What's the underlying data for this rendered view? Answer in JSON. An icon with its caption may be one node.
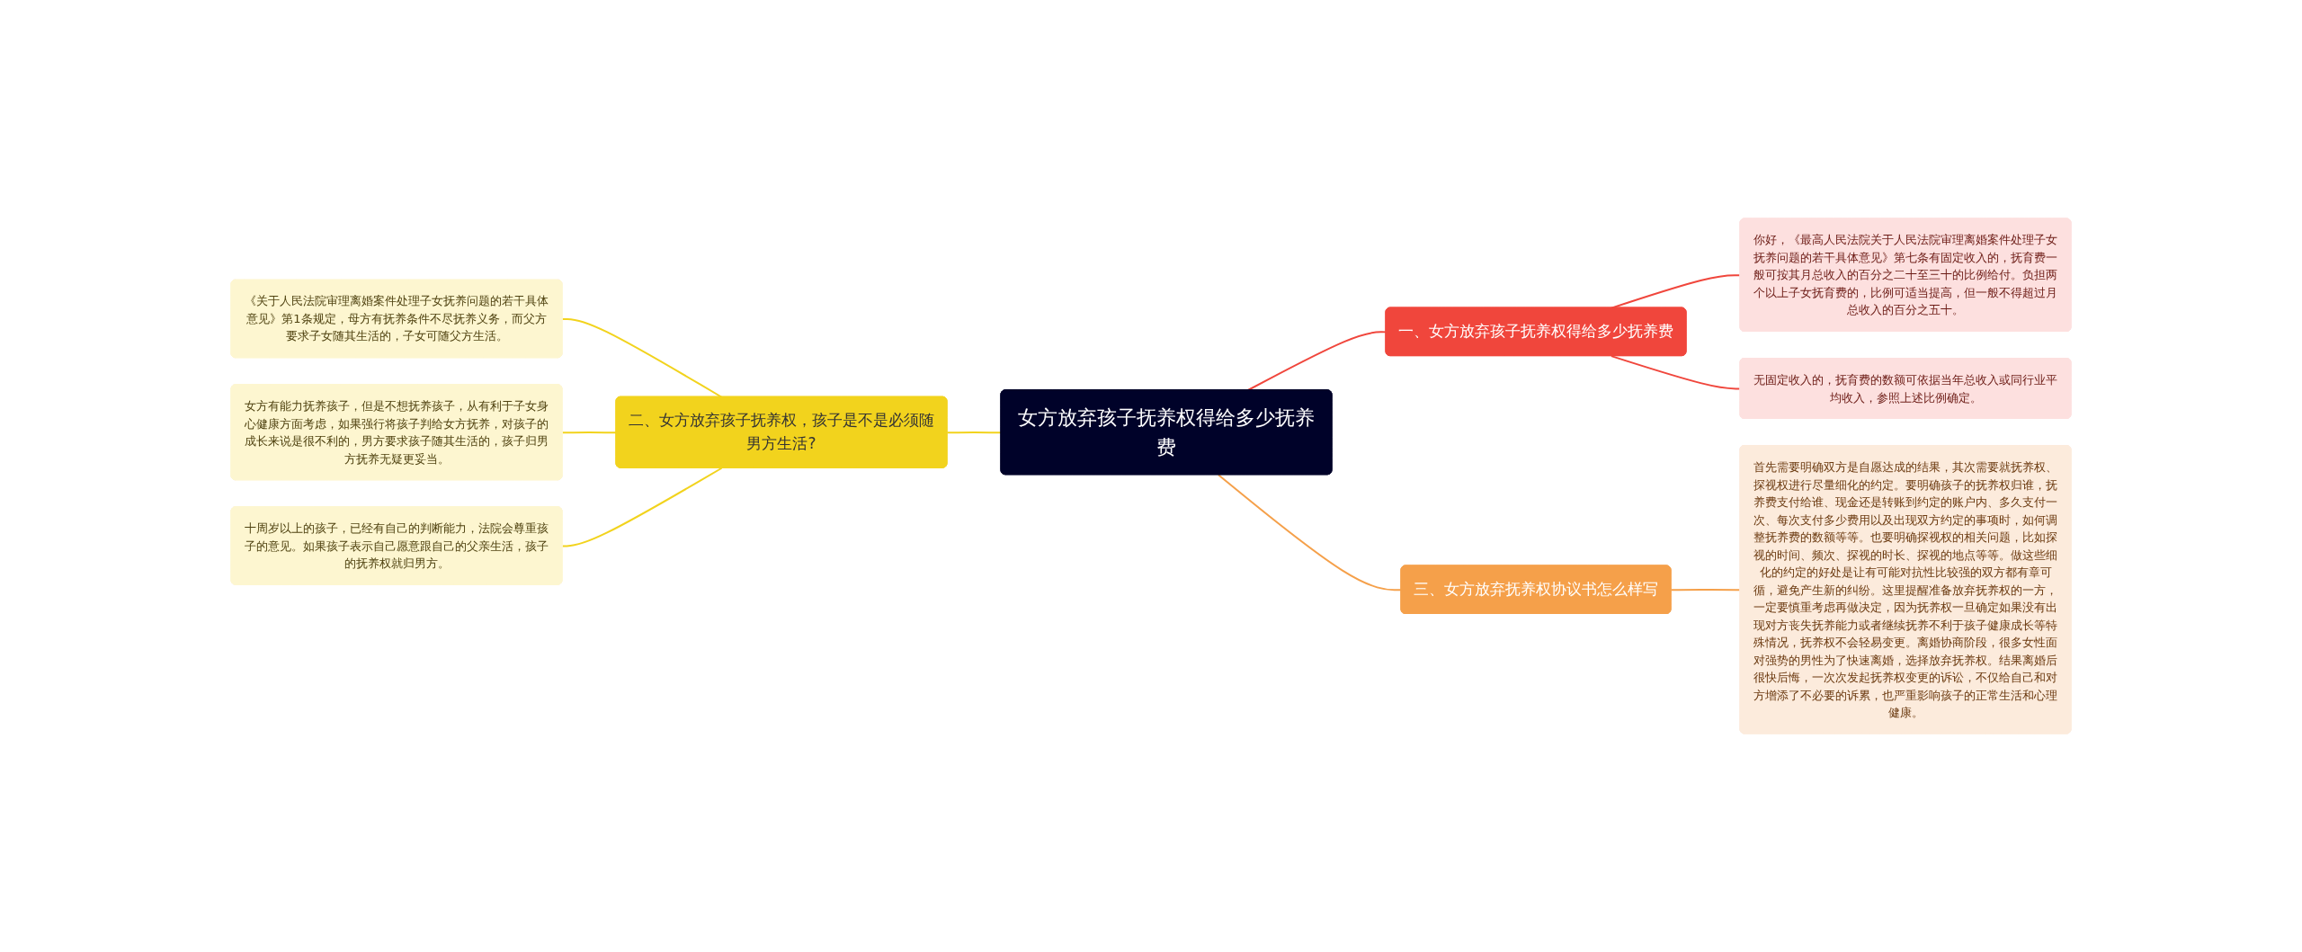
{
  "diagram": {
    "nodes": [
      {
        "text": [
          "女方放弃孩子抚养权得给多少抚养费"
        ]
      },
      {
        "text": [
          "一、女方放弃孩子抚养权得给多少抚养费"
        ]
      },
      {
        "text": [
          "你好，《最高人民法院关于人民法院审理离婚案件处理子女抚养问题的若干具体意见》第七条有固定收入的，抚育费一般可按其月总收入的百分之二十至三十的比例给付。负担两个以上子女抚育费的，比例可适当提高，但一般不得超过月总收入的百分之五十。"
        ]
      },
      {
        "text": [
          "无固定收入的，抚育费的数额可依据当年总收入或同行业平均收入，参照上述比例确定。"
        ]
      },
      {
        "text": [
          "二、女方放弃孩子抚养权，孩子是不是必须随男方生活?"
        ]
      },
      {
        "text": [
          "《关于人民法院审理离婚案件处理子女抚养问题的若干具体意见》第1条规定，母方有抚养条件不尽抚养义务，而父方要求子女随其生活的，子女可随父方生活。"
        ]
      },
      {
        "text": [
          "女方有能力抚养孩子，但是不想抚养孩子，从有利于子女身心健康方面考虑，如果强行将孩子判给女方抚养，对孩子的成长来说是很不利的，男方要求孩子随其生活的，孩子归男方抚养无疑更妥当。"
        ]
      },
      {
        "text": [
          "十周岁以上的孩子，已经有自己的判断能力，法院会尊重孩子的意见。如果孩子表示自己愿意跟自己的父亲生活，孩子的抚养权就归男方。"
        ]
      },
      {
        "text": [
          "三、女方放弃抚养权协议书怎么样写"
        ]
      },
      {
        "text": [
          "首先需要明确双方是自愿达成的结果，其次需要就抚养权、探视权进行尽量细化的约定。要明确孩子的抚养权归谁，抚养费支付给谁、现金还是转账到约定的账户内、多久支付一次、每次支付多少费用以及出现双方约定的事项时，如何调整抚养费的数额等等。也要明确探视权的相关问题，比如探视的时间、频次、探视的时长、探视的地点等等。做这些细化的约定的好处是让有可能对抗性比较强的双方都有章可循，避免产生新的纠纷。这里提醒准备放弃抚养权的一方，一定要慎重考虑再做决定，因为抚养权一旦确定如果没有出现对方丧失抚养能力或者继续抚养不利于孩子健康成长等特殊情况，抚养权不会轻易变更。离婚协商阶段，很多女性面对强势的男性为了快速离婚，选择放弃抚养权。结果离婚后很快后悔，一次次发起抚养权变更的诉讼，不仅给自己和对方增添了不必要的诉累，也严重影响孩子的正常生活和心理健康。"
        ]
      }
    ],
    "edges": [
      {
        "from": 0,
        "to": 1,
        "arrow": "none",
        "color": "#f0463c"
      },
      {
        "from": 1,
        "to": 2,
        "arrow": "none",
        "color": "#f0463c"
      },
      {
        "from": 1,
        "to": 3,
        "arrow": "none",
        "color": "#f0463c"
      },
      {
        "from": 0,
        "to": 4,
        "arrow": "none",
        "color": "#f2d31d"
      },
      {
        "from": 4,
        "to": 5,
        "arrow": "none",
        "color": "#f2d31d"
      },
      {
        "from": 4,
        "to": 6,
        "arrow": "none",
        "color": "#f2d31d"
      },
      {
        "from": 4,
        "to": 7,
        "arrow": "none",
        "color": "#f2d31d"
      },
      {
        "from": 0,
        "to": 8,
        "arrow": "none",
        "color": "#f5a04a"
      },
      {
        "from": 8,
        "to": 9,
        "arrow": "none",
        "color": "#f5a04a"
      }
    ]
  }
}
